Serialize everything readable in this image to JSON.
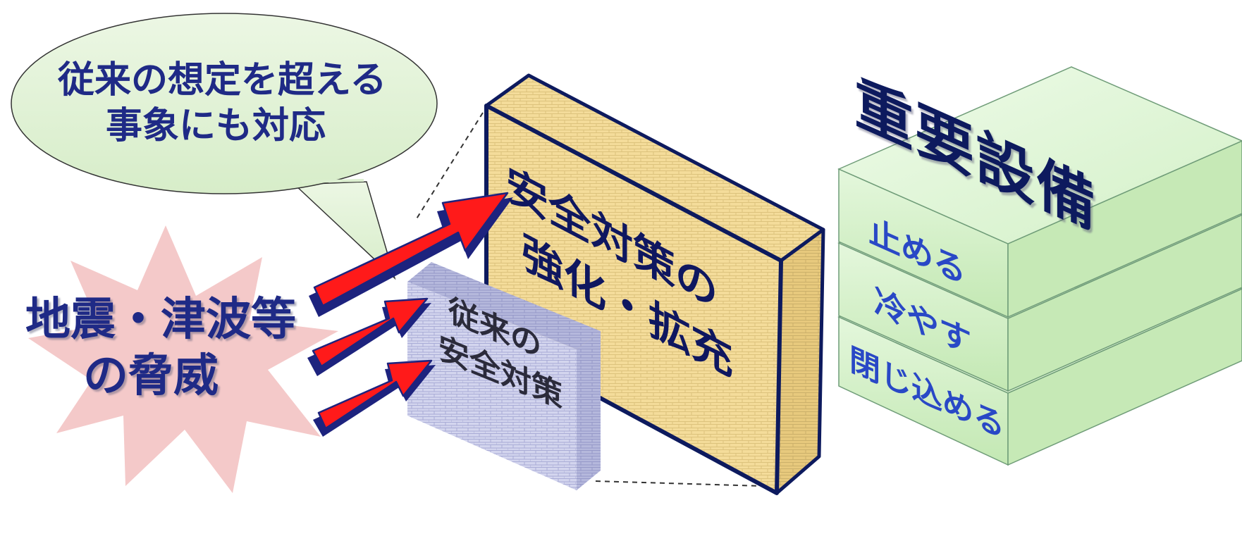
{
  "speech_bubble": {
    "line1": "従来の想定を超える",
    "line2": "事象にも対応"
  },
  "threat": {
    "line1": "地震・津波等",
    "line2": "の脅威"
  },
  "enhanced_wall": {
    "line1": "安全対策の",
    "line2": "強化・拡充"
  },
  "conventional_wall": {
    "line1": "従来の",
    "line2": "安全対策"
  },
  "important_facilities": {
    "title": "重要設備",
    "tiers": [
      "止める",
      "冷やす",
      "閉じ込める"
    ]
  },
  "colors": {
    "text_navy": "#1f2a86",
    "arrow_red": "#ff1a1a",
    "wall_tan": "#f4dc9a",
    "brick_lavender": "#c9cbe8",
    "tier_green": "#cdeec0",
    "burst_pink": "#f3c6c6"
  }
}
